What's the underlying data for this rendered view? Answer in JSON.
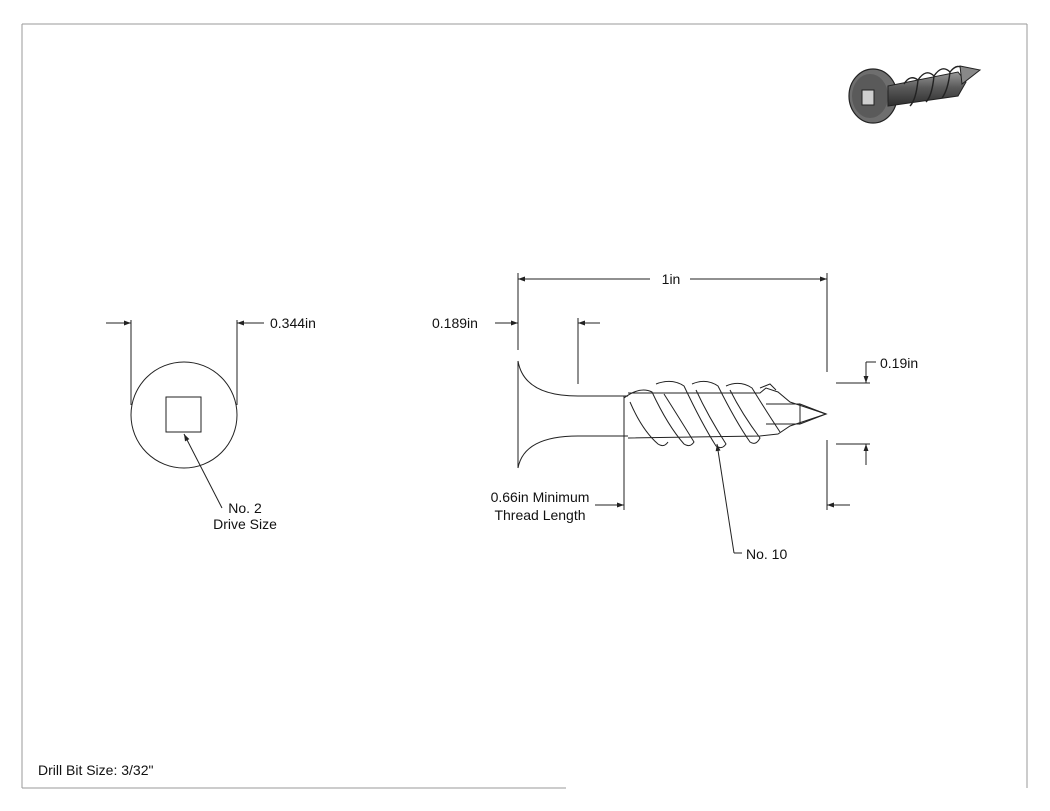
{
  "drawing": {
    "top_view": {
      "diameter_label": "0.344in",
      "drive_label_line1": "No. 2",
      "drive_label_line2": "Drive Size"
    },
    "side_view": {
      "length_label": "1in",
      "head_height_label": "0.189in",
      "shank_label": "0.19in",
      "thread_label_line1": "0.66in Minimum",
      "thread_label_line2": "Thread Length",
      "screw_size_label": "No. 10"
    },
    "footer": {
      "drill_bit_label": "Drill Bit Size: 3/32\""
    }
  }
}
